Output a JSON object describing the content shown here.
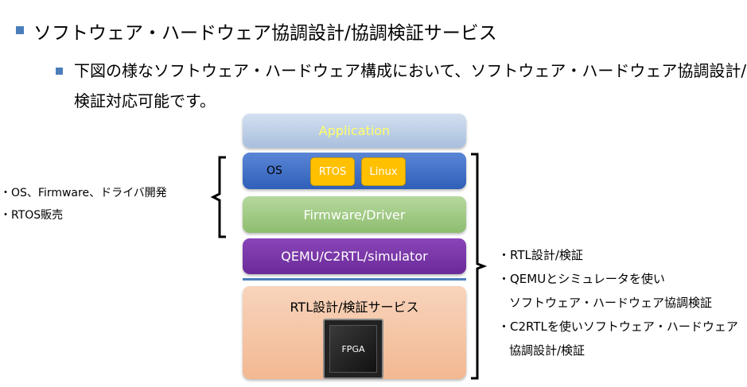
{
  "heading": {
    "level1": "ソフトウェア・ハードウェア協調設計/協調検証サービス",
    "level2_line1": "下図の様なソフトウェア・ハードウェア構成において、ソフトウェア・ハードウェア協調設計/",
    "level2_line2": "検証対応可能です。"
  },
  "stack": {
    "application": "Application",
    "os": "OS",
    "rtos": "RTOS",
    "linux": "Linux",
    "firmware": "Firmware/Driver",
    "qemu": "QEMU/C2RTL/simulator",
    "rtl": "RTL設計/検証サービス",
    "fpga": "FPGA"
  },
  "left_notes": {
    "line1": "・OS、Firmware、ドライバ開発",
    "line2": "・RTOS販売"
  },
  "right_notes": {
    "line1": "・RTL設計/検証",
    "line2": "・QEMUとシミュレータを使い",
    "line3": "ソフトウェア・ハードウェア協調検証",
    "line4": "・C2RTLを使いソフトウェア・ハードウェア",
    "line5": "協調設計/検証"
  },
  "colors": {
    "bullet": "#4a7ebb",
    "application": "#b8cce4",
    "os": "#3a6cc4",
    "firmware": "#9bc77e",
    "qemu": "#7030a0",
    "rtl": "#f4c4a4",
    "chip": "#ffc000",
    "divider": "#4a7ebb"
  }
}
